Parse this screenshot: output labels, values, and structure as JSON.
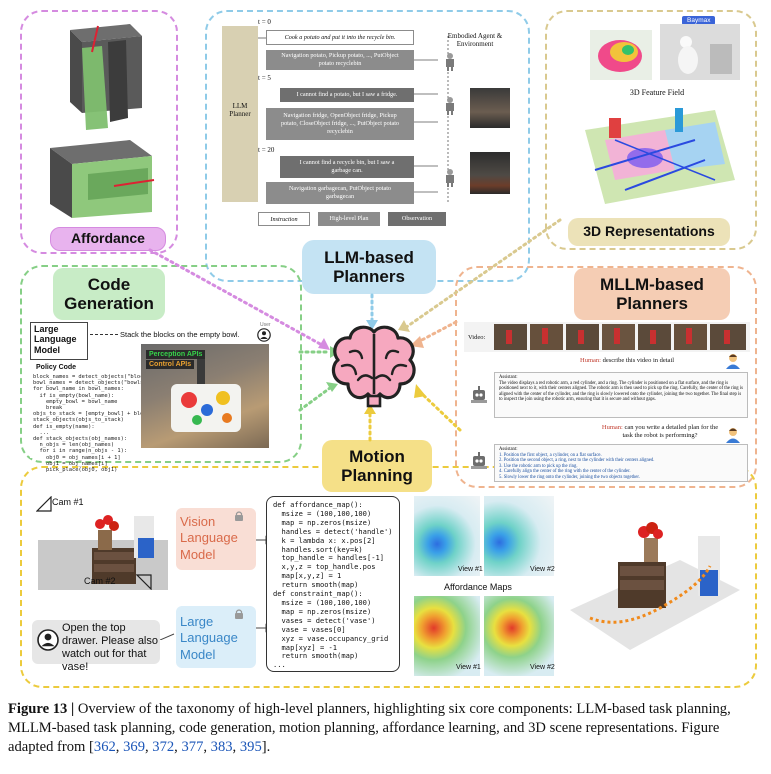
{
  "components": {
    "affordance": "Affordance",
    "llm_planners": "LLM-based Planners",
    "representations_3d": "3D Representations",
    "code_generation": "Code Generation",
    "mllm_planners": "MLLM-based Planners",
    "motion_planning": "Motion Planning"
  },
  "llm_panel": {
    "timesteps": [
      "t = 0",
      "t = 5",
      "t = 20"
    ],
    "planner_label": "LLM Planner",
    "agent_label": "Embodied Agent & Environment",
    "instruction": "Cook a potato and put it into the recycle bin.",
    "plan_1": "Navigation potato, Pickup potato, ..., PutObject potato recyclebin",
    "observation_1": "I cannot find a potato, but I saw a fridge.",
    "plan_2": "Navigation fridge, OpenObject fridge, Pickup potato, CloseObject fridge, ..., PutObject potato recyclebin",
    "observation_2": "I cannot find a recycle bin, but I saw a garbage can.",
    "plan_3": "Navigation garbagecan, PutObject potato garbagecan",
    "legend": [
      "Instruction",
      "High-level Plan",
      "Observation"
    ]
  },
  "rep_panel": {
    "badge": "Baymax",
    "feature_label": "3D Feature Field"
  },
  "code_panel": {
    "model_line1": "Large",
    "model_line2": "Language",
    "model_line3": "Model",
    "user_prompt": "Stack the blocks on the empty bowl.",
    "user_label": "User",
    "policy_label": "Policy Code",
    "perception_api": "Perception APIs",
    "control_api": "Control APIs",
    "code": [
      "block_names = detect_objects(\"blocks\")",
      "bowl_names = detect_objects(\"bowls\")",
      "for bowl_name in bowl_names:",
      "  if is_empty(bowl_name):",
      "    empty_bowl = bowl_name",
      "    break",
      "objs_to_stack = [empty_bowl] + block_names",
      "stack_objects(objs_to_stack)",
      "",
      "def is_empty(name):",
      "  ...",
      "def stack_objects(obj_names):",
      "  n_objs = len(obj_names)",
      "  for i in range(n_objs - 1):",
      "    obj0 = obj_names[i + 1]",
      "    obj1 = obj_names[i]",
      "    pick_place(obj0, obj1)"
    ]
  },
  "mllm_panel": {
    "video_label": "Video:",
    "human_label": "Human:",
    "q1": "describe this video in detail",
    "assistant_label": "Assistant:",
    "a1": "The video displays a red robotic arm, a red cylinder, and a ring. The cylinder is positioned on a flat surface, and the ring is positioned next to it, with their centers aligned. The robotic arm is then used to pick up the ring. Carefully, the center of the ring is aligned with the center of the cylinder, and the ring is slowly lowered onto the cylinder, joining the two together. The final step is to inspect the join using the robotic arm, ensuring that it is secure and without gaps.",
    "q2": "can you write a detailed plan for the task the robot is performing?",
    "a2": [
      "1. Position the first object, a cylinder, on a flat surface.",
      "2. Position the second object, a ring, next to the cylinder with their centers aligned.",
      "3. Use the robotic arm to pick up the ring.",
      "4. Carefully align the center of the ring with the center of the cylinder.",
      "5. Slowly lower the ring onto the cylinder, joining the two objects together."
    ]
  },
  "motion_panel": {
    "cam1": "Cam #1",
    "cam2": "Cam #2",
    "vlm": [
      "Vision",
      "Language",
      "Model"
    ],
    "llm": [
      "Large",
      "Language",
      "Model"
    ],
    "instruction": "Open the top drawer. Please also watch out for that vase!",
    "code": [
      "def affordance_map():",
      "  msize = (100,100,100)",
      "  map = np.zeros(msize)",
      "  handles = detect('handle')",
      "  k = lambda x: x.pos[2]",
      "  handles.sort(key=k)",
      "  top_handle = handles[-1]",
      "  x,y,z = top_handle.pos",
      "  map[x,y,z] = 1",
      "  return smooth(map)",
      "def constraint_map():",
      "  msize = (100,100,100)",
      "  map = np.zeros(msize)",
      "  vases = detect('vase')",
      "  vase = vases[0]",
      "  xyz = vase.occupancy_grid",
      "  map[xyz] = -1",
      "  return smooth(map)",
      "..."
    ],
    "maps_label": "Affordance Maps",
    "view1": "View #1",
    "view2": "View #2"
  },
  "caption": {
    "lead": "Figure 13 | ",
    "body": "Overview of the taxonomy of high-level planners, highlighting six core components: LLM-based task planning, MLLM-based task planning, code generation, motion planning, affordance learning, and 3D scene representations. Figure adapted from [",
    "refs": [
      "362",
      "369",
      "372",
      "377",
      "383",
      "395"
    ],
    "end": "]."
  },
  "colors": {
    "affordance": "#d58be0",
    "llm": "#8fcbe8",
    "representations": "#d9c98f",
    "code": "#86cf86",
    "mllm": "#efb48f",
    "motion": "#eccb3d",
    "brain": "#f4a8bf",
    "vision_model": "#f0a58a",
    "language_model": "#7ec2e6"
  },
  "icons": [
    "brain-icon",
    "user-icon",
    "robot-icon",
    "lock-icon",
    "camera-icon"
  ]
}
